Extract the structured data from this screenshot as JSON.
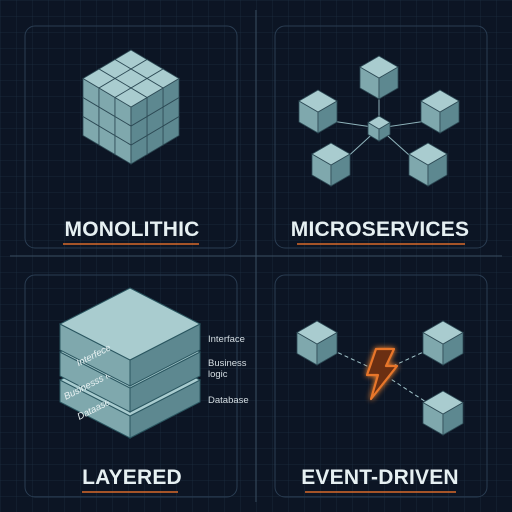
{
  "panels": [
    {
      "id": "monolithic",
      "title": "MONOLITHIC"
    },
    {
      "id": "microservices",
      "title": "MICROSERVICES"
    },
    {
      "id": "layered",
      "title": "LAYERED",
      "layers": [
        "Interfece",
        "Businesss logic",
        "Dataase"
      ],
      "side_notes": {
        "interface": "Interface",
        "business": "Business\nlogic",
        "database": "Database"
      }
    },
    {
      "id": "event-driven",
      "title": "EVENT-DRIVEN",
      "icon": "lightning-bolt-icon"
    }
  ],
  "colors": {
    "background": "#0c1524",
    "cube_top": "#a9cccf",
    "cube_left": "#7fa8ad",
    "cube_right": "#5d8890",
    "accent_orange": "#e8762a",
    "underline": "#d86a2a"
  }
}
